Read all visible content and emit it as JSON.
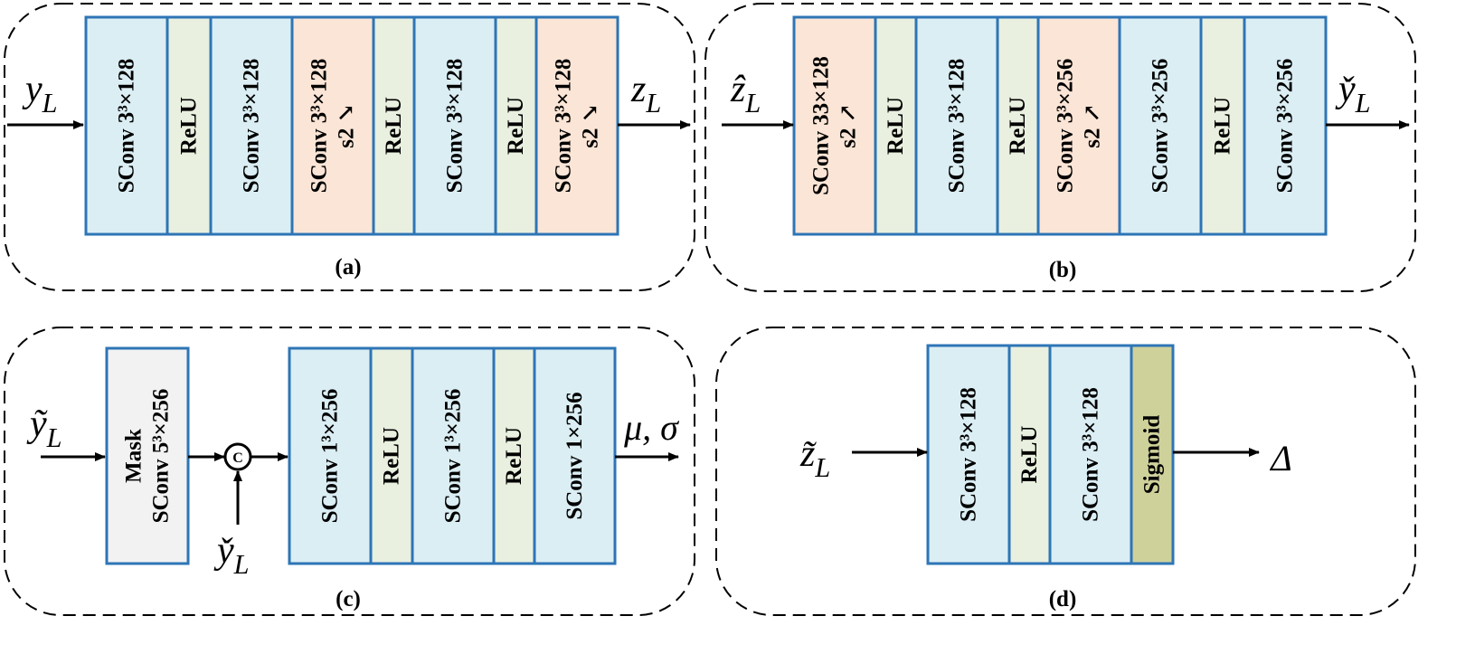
{
  "colors": {
    "blue": "#dbeef4",
    "green": "#e9f0df",
    "orange": "#fbe5d6",
    "gray": "#f2f2f2",
    "olive": "#cfd19a",
    "border": "#2e75b6"
  },
  "panels": {
    "a": {
      "caption": "(a)",
      "input": "y_L",
      "output": "z_L",
      "blocks": [
        {
          "lines": [
            "SConv 3³×128"
          ],
          "color": "blue"
        },
        {
          "lines": [
            "ReLU"
          ],
          "color": "green"
        },
        {
          "lines": [
            "SConv 3³×128"
          ],
          "color": "blue"
        },
        {
          "lines": [
            "SConv 3³×128",
            "s2 ↘"
          ],
          "color": "orange"
        },
        {
          "lines": [
            "ReLU"
          ],
          "color": "green"
        },
        {
          "lines": [
            "SConv 3³×128"
          ],
          "color": "blue"
        },
        {
          "lines": [
            "ReLU"
          ],
          "color": "green"
        },
        {
          "lines": [
            "SConv 3³×128",
            "s2 ↘"
          ],
          "color": "orange"
        }
      ]
    },
    "b": {
      "caption": "(b)",
      "input": "ẑ_L",
      "output": "y̌_L",
      "blocks": [
        {
          "lines": [
            "SConv 33×128",
            "s2 ↗"
          ],
          "color": "orange"
        },
        {
          "lines": [
            "ReLU"
          ],
          "color": "green"
        },
        {
          "lines": [
            "SConv 3³×128"
          ],
          "color": "blue"
        },
        {
          "lines": [
            "ReLU"
          ],
          "color": "green"
        },
        {
          "lines": [
            "SConv 3³×256",
            "s2 ↗"
          ],
          "color": "orange"
        },
        {
          "lines": [
            "SConv 3³×256"
          ],
          "color": "blue"
        },
        {
          "lines": [
            "ReLU"
          ],
          "color": "green"
        },
        {
          "lines": [
            "SConv 3³×256"
          ],
          "color": "blue"
        }
      ]
    },
    "c": {
      "caption": "(c)",
      "input": "ỹ_L",
      "side_input": "y̌_L",
      "concat": "C",
      "output": "μ, σ",
      "mask_block": {
        "lines": [
          "Mask",
          "SConv 5³×256"
        ],
        "color": "gray"
      },
      "blocks": [
        {
          "lines": [
            "SConv 1³×256"
          ],
          "color": "blue"
        },
        {
          "lines": [
            "ReLU"
          ],
          "color": "green"
        },
        {
          "lines": [
            "SConv 1³×256"
          ],
          "color": "blue"
        },
        {
          "lines": [
            "ReLU"
          ],
          "color": "green"
        },
        {
          "lines": [
            "SConv 1×256"
          ],
          "color": "blue"
        }
      ]
    },
    "d": {
      "caption": "(d)",
      "input": "z̃_L",
      "output": "Δ",
      "blocks": [
        {
          "lines": [
            "SConv 3³×128"
          ],
          "color": "blue"
        },
        {
          "lines": [
            "ReLU"
          ],
          "color": "green"
        },
        {
          "lines": [
            "SConv 3³×128"
          ],
          "color": "blue"
        },
        {
          "lines": [
            "Sigmoid"
          ],
          "color": "olive"
        }
      ]
    }
  }
}
